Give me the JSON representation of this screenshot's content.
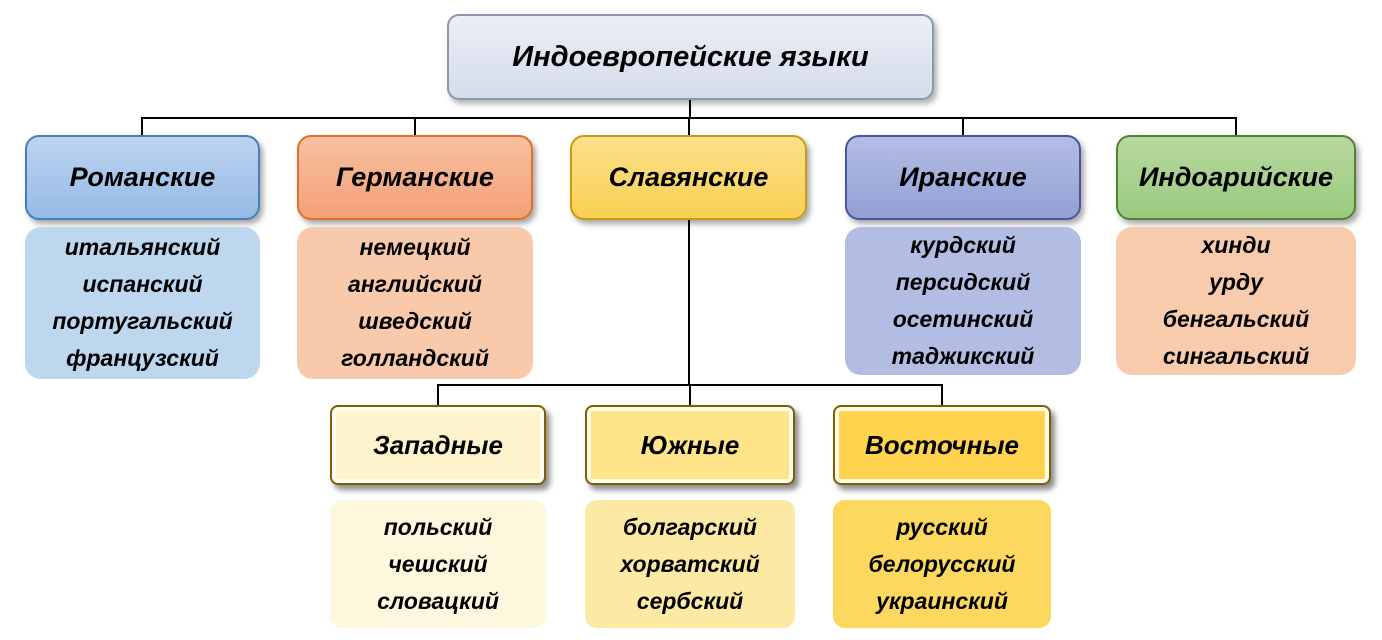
{
  "root": {
    "label": "Индоевропейские языки"
  },
  "branches": [
    {
      "label": "Романские",
      "languages": [
        "итальянский",
        "испанский",
        "португальский",
        "французский"
      ]
    },
    {
      "label": "Германские",
      "languages": [
        "немецкий",
        "английский",
        "шведский",
        "голландский"
      ]
    },
    {
      "label": "Славянские",
      "languages": []
    },
    {
      "label": "Иранские",
      "languages": [
        "курдский",
        "персидский",
        "осетинский",
        "таджикский"
      ]
    },
    {
      "label": "Индоарийские",
      "languages": [
        "хинди",
        "урду",
        "бенгальский",
        "сингальский"
      ]
    }
  ],
  "slavic_subgroups": [
    {
      "label": "Западные",
      "languages": [
        "польский",
        "чешский",
        "словацкий"
      ]
    },
    {
      "label": "Южные",
      "languages": [
        "болгарский",
        "хорватский",
        "сербский"
      ]
    },
    {
      "label": "Восточные",
      "languages": [
        "русский",
        "белорусский",
        "украинский"
      ]
    }
  ],
  "colors": {
    "root_fill": "#dde3ee",
    "romance_header": "#a6c5eb",
    "romance_list": "#bdd7ee",
    "germanic_header": "#f6b08a",
    "germanic_list": "#f8c9ab",
    "slavic_header": "#fbd86b",
    "iranian_header": "#a2aedb",
    "iranian_list": "#b3bde3",
    "indoaryan_header": "#a8d08d",
    "indoaryan_list": "#f8cbad",
    "western_header": "#fdf4cd",
    "western_list": "#fdf8dd",
    "southern_header": "#ffe58a",
    "southern_list": "#fceaa4",
    "eastern_header": "#ffd34d",
    "eastern_list": "#fcd85e",
    "connector_line": "#000000"
  }
}
